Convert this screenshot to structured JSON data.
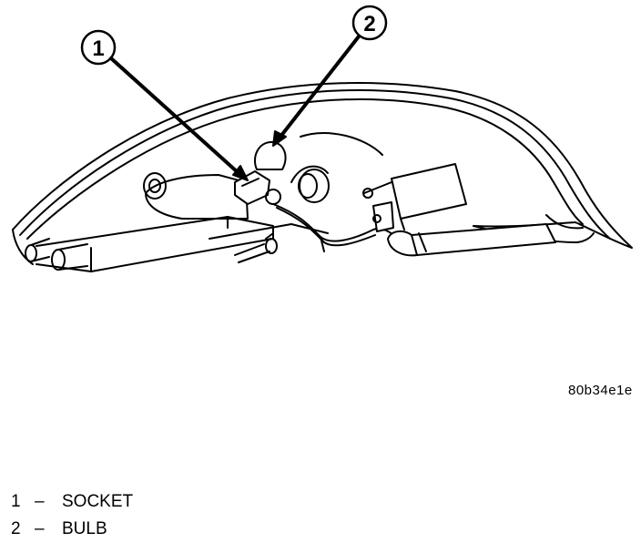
{
  "figure_id": "80b34e1e",
  "callouts": [
    {
      "number": "1"
    },
    {
      "number": "2"
    }
  ],
  "legend": [
    {
      "number": "1",
      "separator": "–",
      "label": "SOCKET"
    },
    {
      "number": "2",
      "separator": "–",
      "label": "BULB"
    }
  ]
}
